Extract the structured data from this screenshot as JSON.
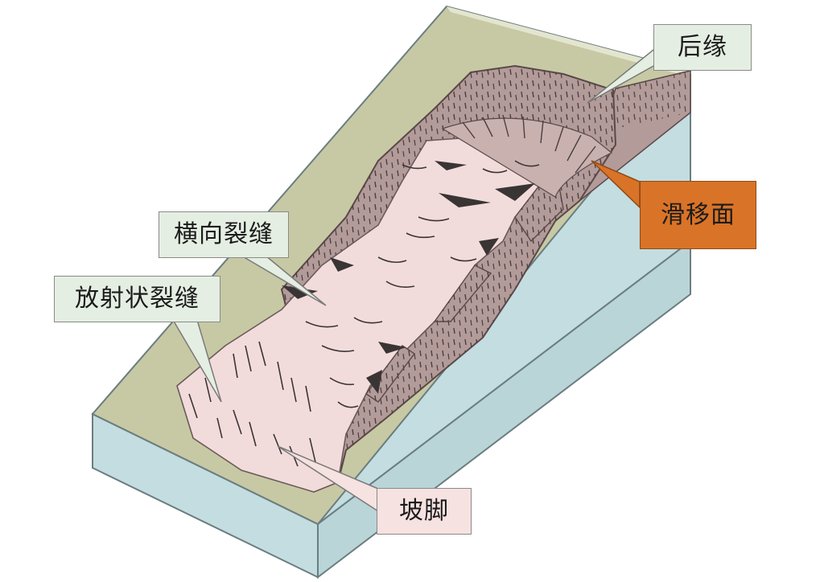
{
  "labels": {
    "rear_edge": "后缘",
    "slip_surface": "滑移面",
    "transverse_cracks": "横向裂缝",
    "radial_cracks": "放射状裂缝",
    "slope_toe": "坡脚"
  },
  "colors": {
    "slope_surface": "#c7c9a4",
    "block_side": "#c3dde0",
    "landslide_body": "#f2dcdb",
    "scarp": "#b39b9a",
    "crack_fill": "#3a3535",
    "slip_label_bg": "#d97327",
    "green_label_bg": "#e5eee2",
    "pink_label_bg": "#f6e2e0"
  }
}
